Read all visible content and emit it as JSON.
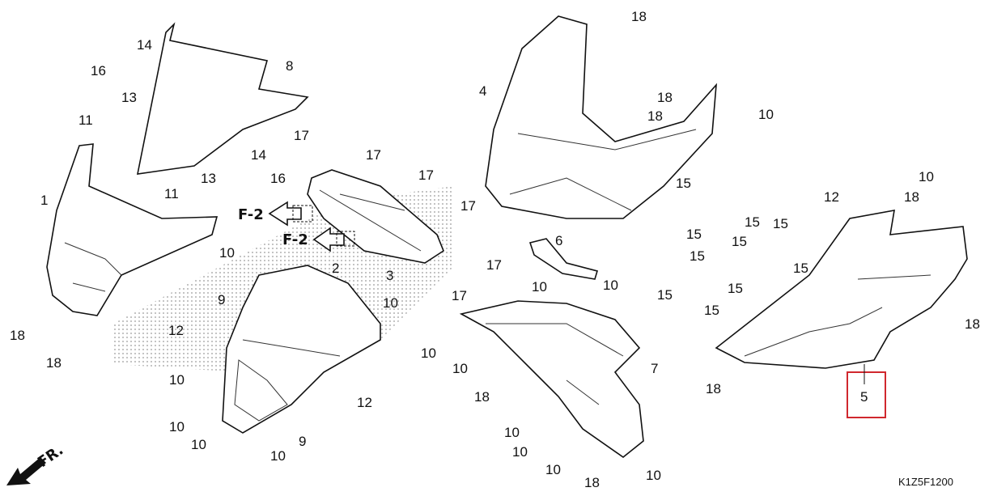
{
  "diagram": {
    "code": "K1Z5F1200",
    "front_indicator": "FR.",
    "section_ref": "F-2",
    "highlight_color": "#d0282e",
    "highlighted_part": "5",
    "callouts": [
      "18",
      "14",
      "8",
      "16",
      "4",
      "13",
      "18",
      "11",
      "18",
      "10",
      "14",
      "17",
      "17",
      "13",
      "16",
      "17",
      "11",
      "1",
      "17",
      "15",
      "12",
      "10",
      "18",
      "15",
      "15",
      "15",
      "6",
      "15",
      "15",
      "15",
      "2",
      "10",
      "3",
      "17",
      "17",
      "10",
      "10",
      "15",
      "15",
      "15",
      "10",
      "9",
      "18",
      "18",
      "12",
      "18",
      "10",
      "10",
      "7",
      "10",
      "12",
      "18",
      "5",
      "18",
      "10",
      "10",
      "10",
      "9",
      "10",
      "10",
      "10",
      "10",
      "18"
    ]
  }
}
